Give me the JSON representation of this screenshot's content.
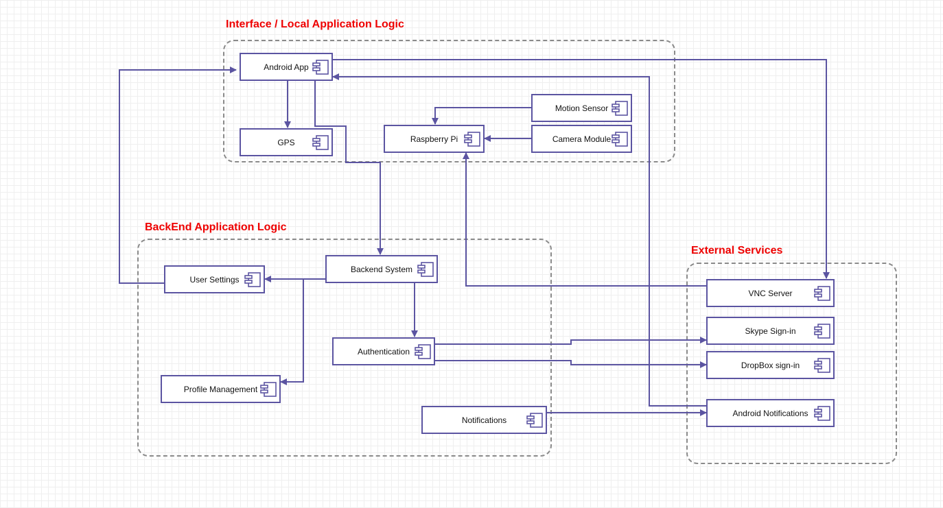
{
  "groups": {
    "interface": {
      "title": "Interface / Local Application Logic"
    },
    "backend": {
      "title": "BackEnd Application Logic"
    },
    "external": {
      "title": "External Services"
    }
  },
  "components": {
    "android_app": "Android App",
    "gps": "GPS",
    "raspberry_pi": "Raspberry Pi",
    "motion_sensor": "Motion Sensor",
    "camera_module": "Camera Module",
    "user_settings": "User Settings",
    "backend_system": "Backend System",
    "authentication": "Authentication",
    "profile_management": "Profile Management",
    "notifications": "Notifications",
    "vnc_server": "VNC Server",
    "skype_signin": "Skype Sign-in",
    "dropbox_signin": "DropBox sign-in",
    "android_notifications": "Android Notifications"
  },
  "colors": {
    "connector": "#5b54a1",
    "group_title": "#ee0000",
    "group_border": "#8a8a8a"
  },
  "icons": {
    "component": "uml-component-icon"
  }
}
